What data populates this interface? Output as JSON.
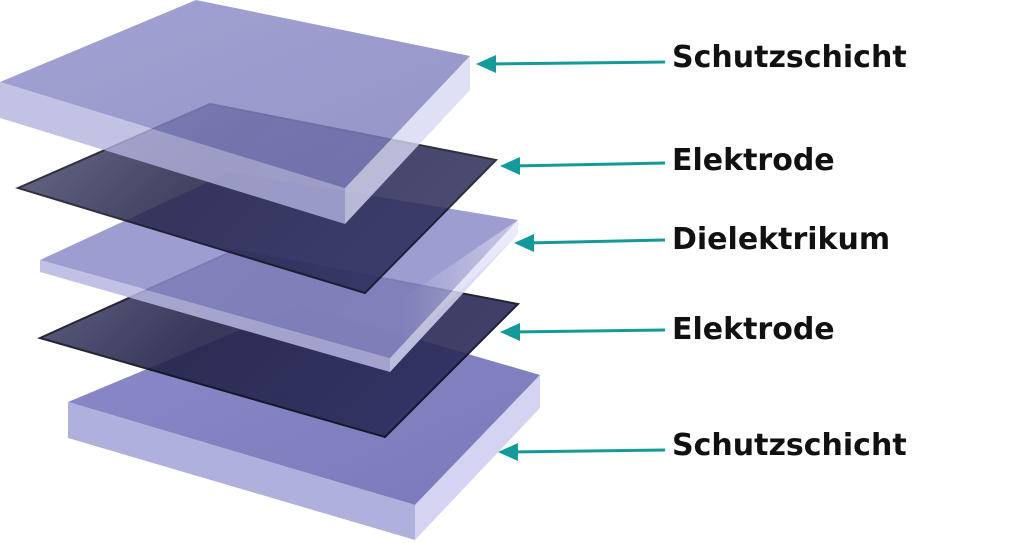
{
  "diagram": {
    "colors": {
      "slab_top": "#8585c2",
      "slab_front": "#b3b3e0",
      "slab_side": "#d2d2f0",
      "electrode_dark": "#1c1c3a",
      "electrode_mid": "#3a3a6e",
      "arrow": "#149a9a"
    },
    "labels": [
      {
        "id": "schutzschicht-top",
        "text": "Schutzschicht"
      },
      {
        "id": "elektrode-top",
        "text": "Elektrode"
      },
      {
        "id": "dielektrikum",
        "text": "Dielektrikum"
      },
      {
        "id": "elektrode-bottom",
        "text": "Elektrode"
      },
      {
        "id": "schutzschicht-bottom",
        "text": "Schutzschicht"
      }
    ]
  }
}
